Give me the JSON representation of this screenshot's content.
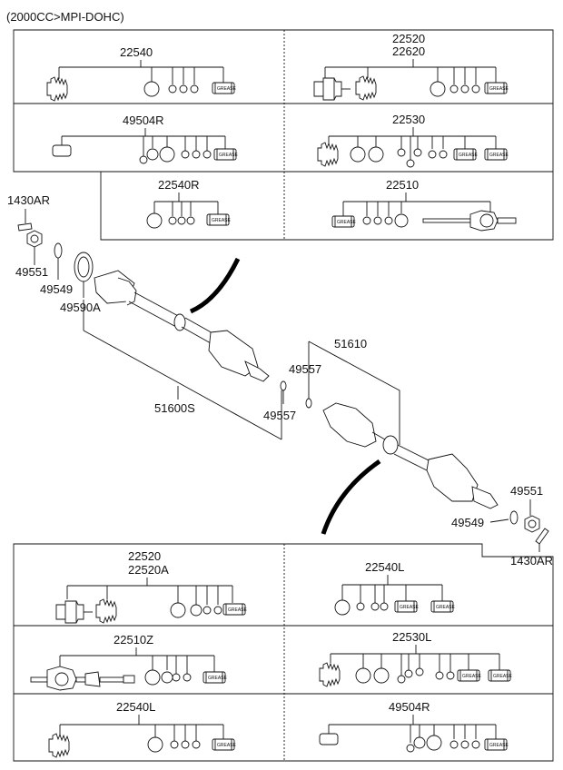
{
  "diagram": {
    "header": "(2000CC>MPI-DOHC)",
    "grease_label": "GREASE",
    "labels": {
      "kit_22540_top": "22540",
      "kit_22520_top_a": "22520",
      "kit_22520_top_b": "22620",
      "kit_49504R_top": "49504R",
      "kit_22530_top": "22530",
      "kit_22540R": "22540R",
      "kit_22510": "22510",
      "bolt_1430AR_left": "1430AR",
      "nut_49551_left": "49551",
      "washer_49549_left": "49549",
      "ring_49590A": "49590A",
      "shaft_51600S": "51600S",
      "clip_49557_a": "49557",
      "clip_49557_b": "49557",
      "shaft_51610": "51610",
      "nut_49551_right": "49551",
      "washer_49549_right": "49549",
      "bolt_1430AR_right": "1430AR",
      "kit_22520_bot_a": "22520",
      "kit_22520_bot_b": "22520A",
      "kit_22540L_upper": "22540L",
      "kit_22510Z": "22510Z",
      "kit_22530L": "22530L",
      "kit_22540L_lower": "22540L",
      "kit_49504R_bot": "49504R"
    }
  }
}
